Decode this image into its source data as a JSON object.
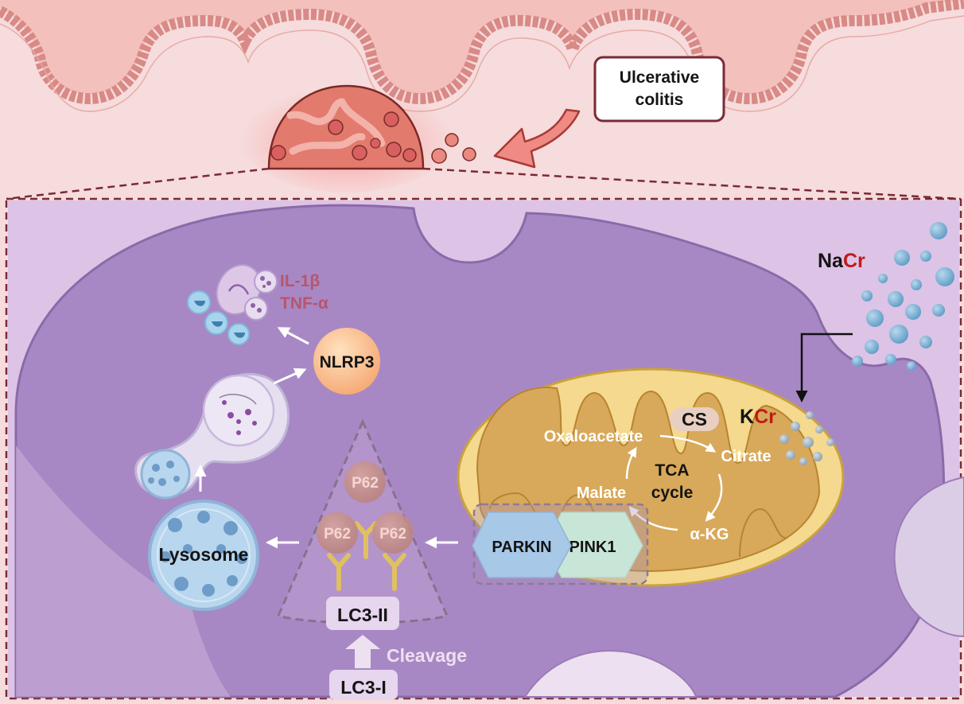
{
  "callout": {
    "line1": "Ulcerative",
    "line2": "colitis"
  },
  "compound": {
    "prefix": "Na",
    "suffix": "Cr"
  },
  "mitochondrion": {
    "enzyme": "CS",
    "cycle_line1": "TCA",
    "cycle_line2": "cycle",
    "metabolites": {
      "oxaloacetate": "Oxaloacetate",
      "citrate": "Citrate",
      "akg": "α-KG",
      "malate": "Malate"
    },
    "salt": {
      "prefix": "K",
      "suffix": "Cr"
    }
  },
  "mitophagy": {
    "parkin": "PARKIN",
    "pink1": "PINK1"
  },
  "autophagosome": {
    "p62": "P62",
    "lc3_ii": "LC3-II",
    "lc3_i": "LC3-I",
    "cleavage": "Cleavage"
  },
  "lysosome": {
    "label": "Lysosome"
  },
  "inflammasome": {
    "label": "NLRP3"
  },
  "cytokines": {
    "il1b": "IL-1β",
    "tnfa": "TNF-α"
  },
  "colors": {
    "text_accent_red": "#c01a1a",
    "cytokine_text": "#b5566c",
    "cell_body": "#a888c4",
    "mito_outer": "#f2d68a",
    "mito_inner": "#d6a85a",
    "nacr_particle": "#7db3d3",
    "parkin": "#a8c8e8",
    "pink1": "#c8e6d8"
  }
}
